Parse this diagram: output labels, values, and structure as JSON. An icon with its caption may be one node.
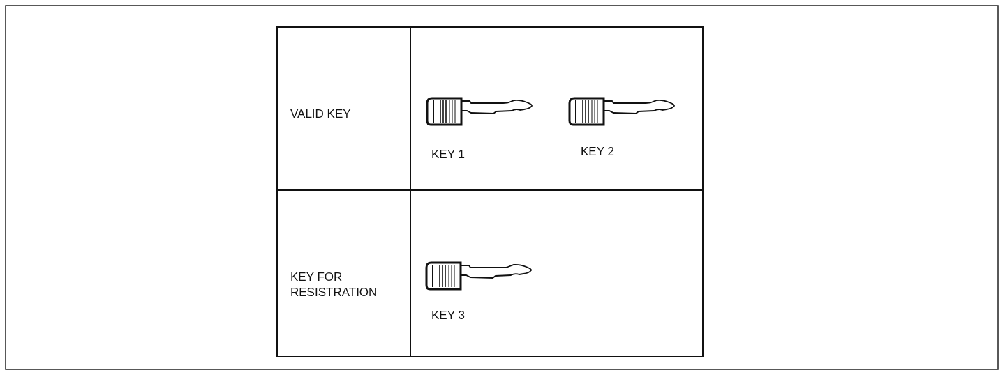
{
  "diagram": {
    "labels": [
      "VALID KEY",
      "KEY 1",
      "KEY 2",
      "KEY FOR RESISTRATION",
      "KEY 3"
    ]
  }
}
